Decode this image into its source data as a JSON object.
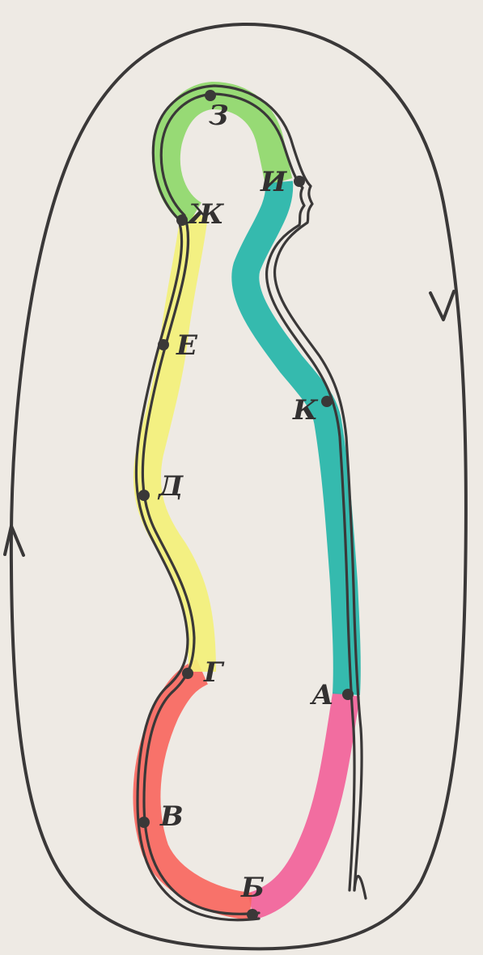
{
  "diagram": {
    "points": [
      {
        "id": "a",
        "label": "А"
      },
      {
        "id": "b",
        "label": "Б"
      },
      {
        "id": "v",
        "label": "В"
      },
      {
        "id": "g",
        "label": "Г"
      },
      {
        "id": "d",
        "label": "Д"
      },
      {
        "id": "e",
        "label": "Е"
      },
      {
        "id": "zh",
        "label": "Ж"
      },
      {
        "id": "z",
        "label": "З"
      },
      {
        "id": "i",
        "label": "И"
      },
      {
        "id": "k",
        "label": "К"
      }
    ],
    "colors": {
      "segment_ab": "#f2629a",
      "segment_bg": "#f8675f",
      "segment_gzh": "#f3f07a",
      "segment_zhi": "#8fd86b",
      "segment_ia": "#25b5a9",
      "line": "#3a3838",
      "paper": "#eeeae4"
    },
    "cycle_direction": "clockwise"
  }
}
